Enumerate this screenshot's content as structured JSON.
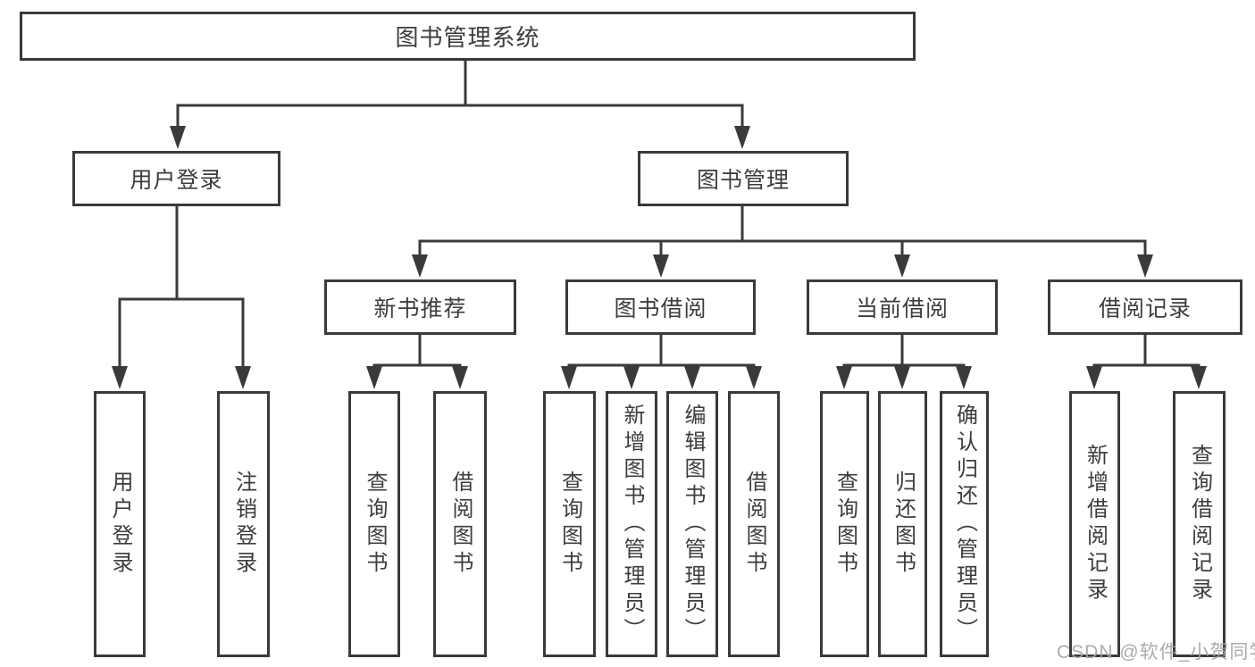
{
  "title": "图书管理系统",
  "watermark": "CSDN @软件_小贺同学",
  "colors": {
    "line": "#3a3a3a",
    "box_border": "#3a3a3a",
    "box_background": "#ffffff",
    "text": "#3d3d3d",
    "watermark": "#a5a5a5",
    "background": "#ffffff"
  },
  "tree": {
    "label": "图书管理系统",
    "children": [
      {
        "label": "用户登录",
        "children": [
          {
            "label": "用户登录"
          },
          {
            "label": "注销登录"
          }
        ]
      },
      {
        "label": "图书管理",
        "children": [
          {
            "label": "新书推荐",
            "children": [
              {
                "label": "查询图书"
              },
              {
                "label": "借阅图书"
              }
            ]
          },
          {
            "label": "图书借阅",
            "children": [
              {
                "label": "查询图书"
              },
              {
                "label": "新增图书（管理员）"
              },
              {
                "label": "编辑图书（管理员）"
              },
              {
                "label": "借阅图书"
              }
            ]
          },
          {
            "label": "当前借阅",
            "children": [
              {
                "label": "查询图书"
              },
              {
                "label": "归还图书"
              },
              {
                "label": "确认归还（管理员）"
              }
            ]
          },
          {
            "label": "借阅记录",
            "children": [
              {
                "label": "新增借阅记录"
              },
              {
                "label": "查询借阅记录"
              }
            ]
          }
        ]
      }
    ]
  }
}
